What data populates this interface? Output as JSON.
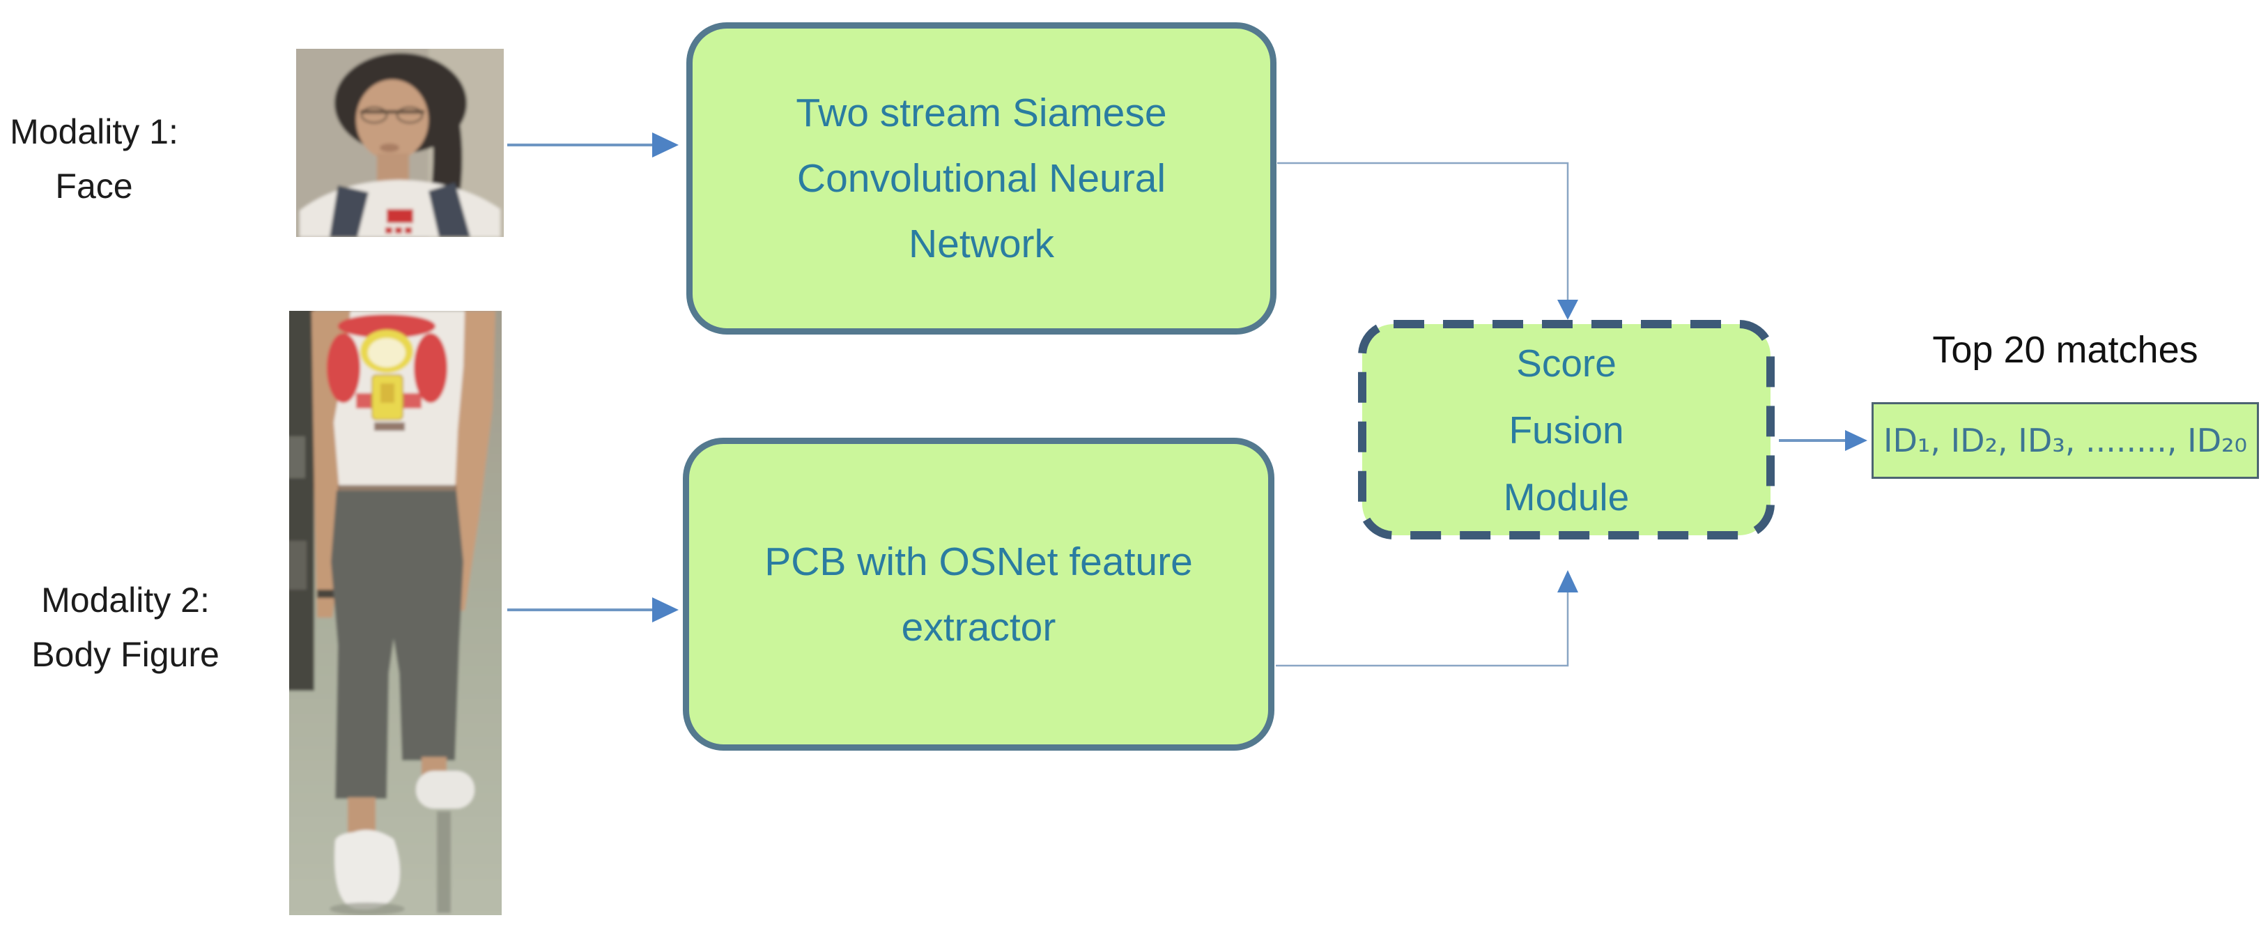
{
  "colors": {
    "box_fill": "#cbf69b",
    "box_border": "#54798f",
    "dashed_border": "#3d5a78",
    "box_text": "#2a7ca1",
    "arrow_line": "#6e96c3",
    "arrow_head": "#4d82c4",
    "connector_line": "#8aa6c4",
    "id_box_border": "#4c6472",
    "id_text": "#3e7593",
    "label_text": "#1c1c1c"
  },
  "inputs": {
    "modality1": {
      "lines": [
        "Modality 1:",
        "Face"
      ]
    },
    "modality2": {
      "lines": [
        "Modality 2:",
        "Body Figure"
      ]
    }
  },
  "boxes": {
    "siamese": {
      "lines": [
        "Two stream Siamese",
        "Convolutional Neural",
        "Network"
      ]
    },
    "pcb": {
      "lines": [
        "PCB with OSNet feature",
        "extractor"
      ]
    },
    "fusion": {
      "lines": [
        "Score",
        "Fusion",
        "Module"
      ]
    }
  },
  "output": {
    "title": "Top 20 matches",
    "ids": "ID₁, ID₂, ID₃, ........, ID₂₀"
  }
}
